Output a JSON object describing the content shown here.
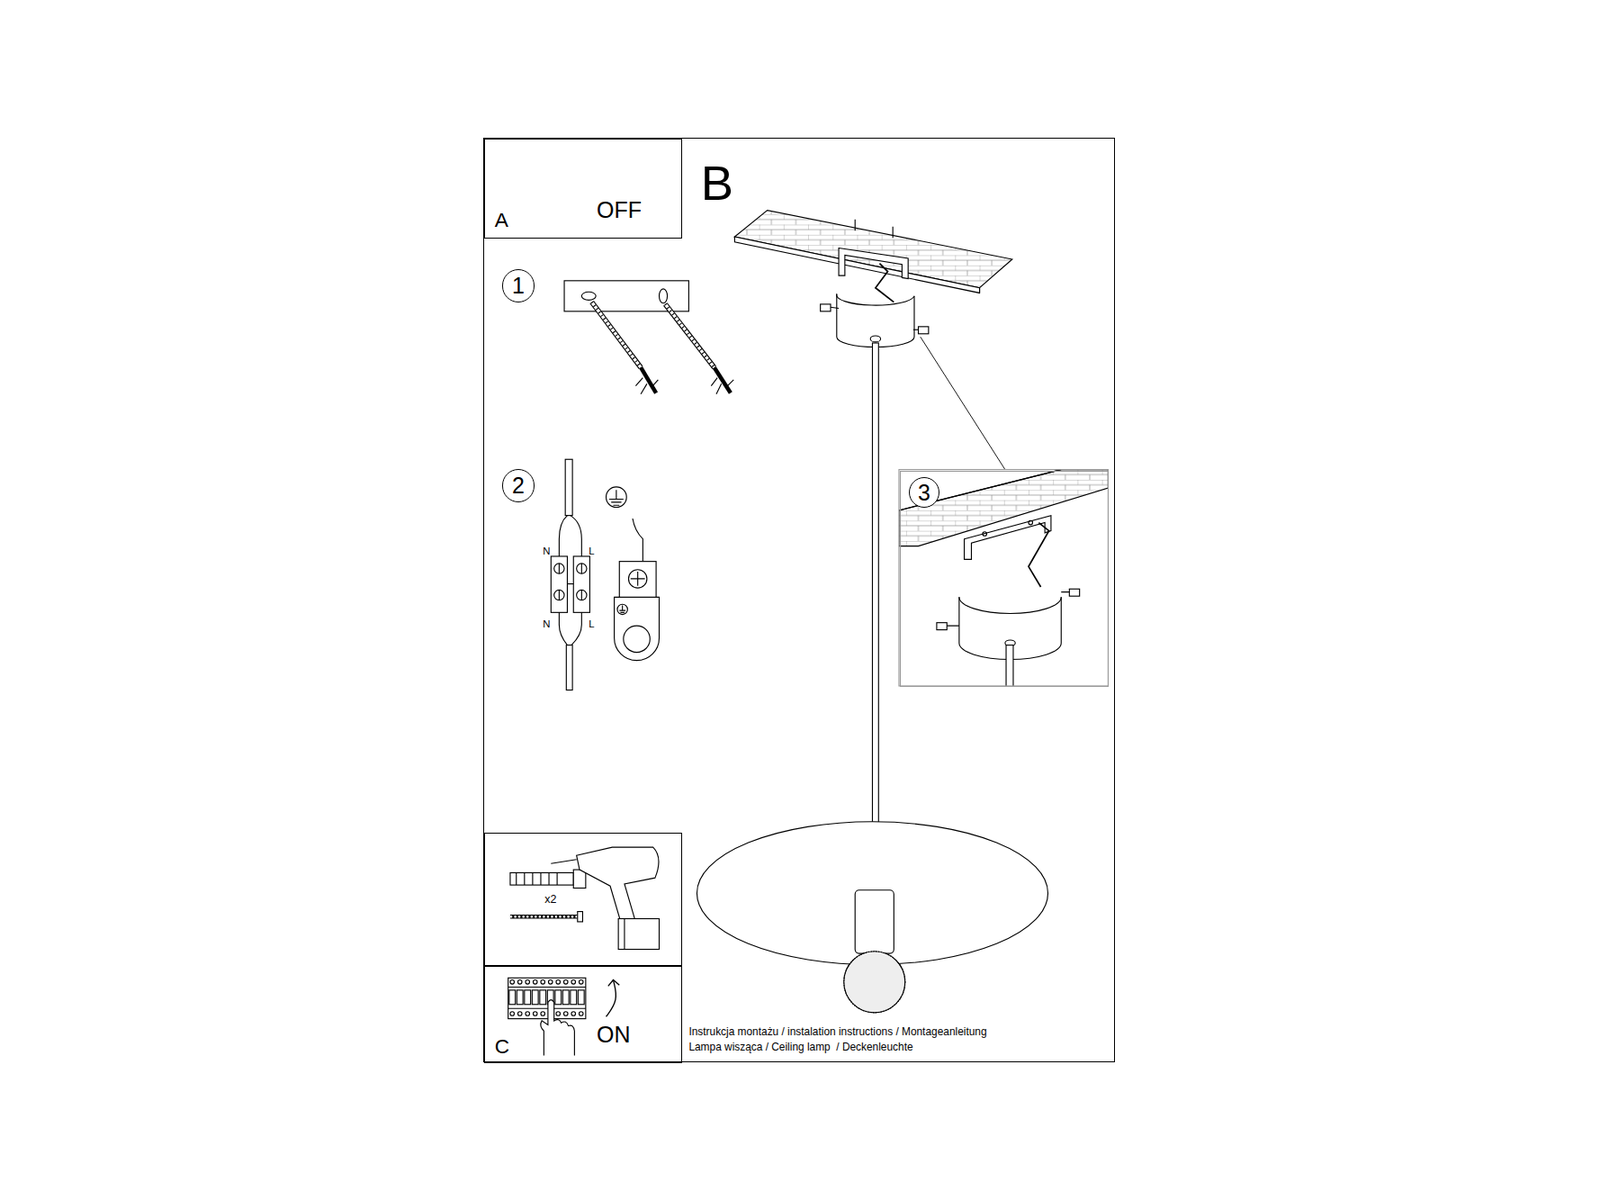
{
  "diagram": {
    "nodes": [
      {
        "text": [
          "B"
        ]
      },
      {
        "text": [
          "A",
          "OFF"
        ],
        "in": 0
      },
      {
        "text": [
          "1"
        ],
        "in": 0
      },
      {
        "text": [
          "2"
        ],
        "in": 0
      },
      {
        "text": [
          "3"
        ],
        "in": 0
      },
      {
        "text": [
          "x2"
        ],
        "in": 0
      },
      {
        "text": [
          "C",
          "ON"
        ],
        "in": 0
      }
    ],
    "labels": [
      "N",
      "L",
      "N",
      "L",
      "Instrukcja montażu / instalation instructions / Montageanleitung",
      "Lampa wisząca / Ceiling lamp  / Deckenleuchte"
    ]
  }
}
